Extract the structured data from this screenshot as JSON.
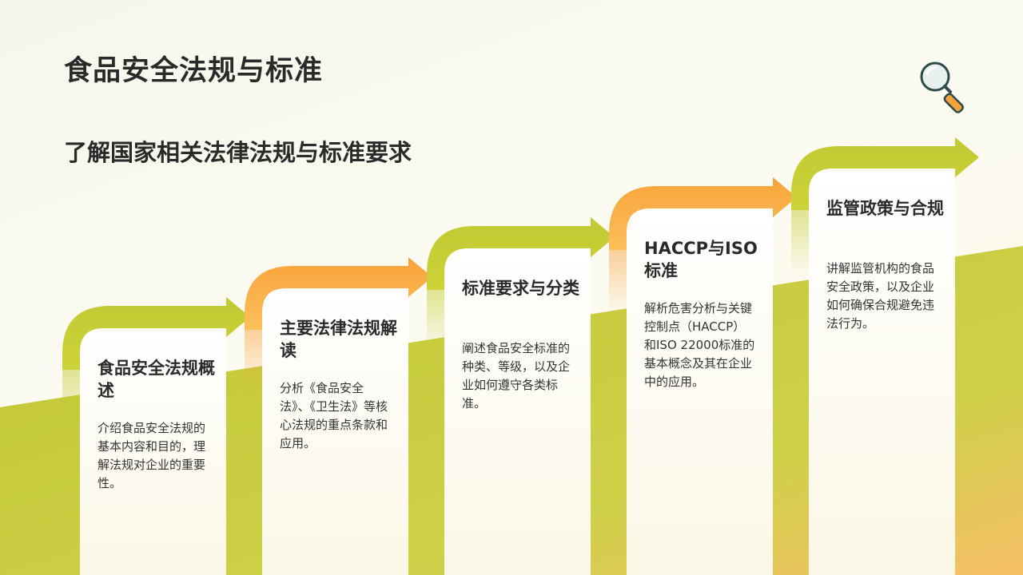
{
  "title": "食品安全法规与标准",
  "subtitle": "了解国家相关法律法规与标准要求",
  "icons": {
    "corner": "magnifier-icon"
  },
  "colors": {
    "green": "#c4cb2e",
    "orange": "#f9a33c",
    "text": "#2a2a2a"
  },
  "steps": [
    {
      "heading": "食品安全法规概述",
      "desc": "介绍食品安全法规的基本内容和目的，理解法规对企业的重要性。",
      "color": "green"
    },
    {
      "heading": "主要法律法规解读",
      "desc": "分析《食品安全法》、《卫生法》等核心法规的重点条款和应用。",
      "color": "orange"
    },
    {
      "heading": "标准要求与分类",
      "desc": "阐述食品安全标准的种类、等级，以及企业如何遵守各类标准。",
      "color": "green"
    },
    {
      "heading": "HACCP与ISO标准",
      "desc": "解析危害分析与关键控制点（HACCP）和ISO 22000标准的基本概念及其在企业中的应用。",
      "color": "orange"
    },
    {
      "heading": "监管政策与合规",
      "desc": "讲解监管机构的食品安全政策，以及企业如何确保合规避免违法行为。",
      "color": "green"
    }
  ]
}
